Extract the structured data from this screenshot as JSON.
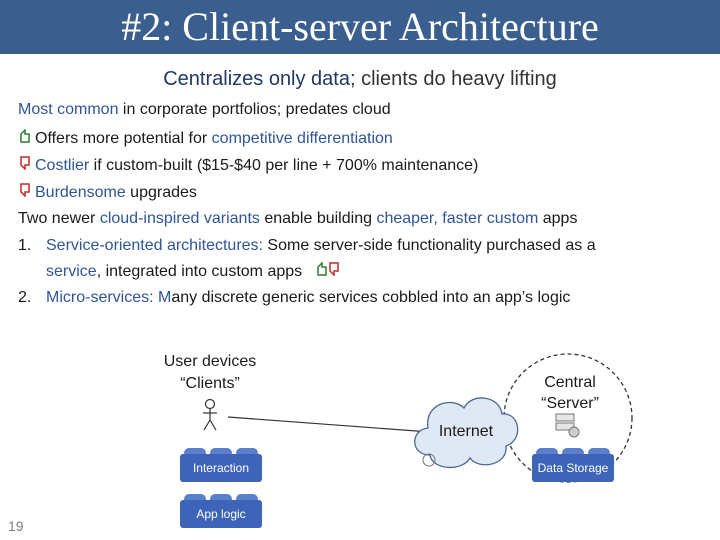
{
  "title": "#2: Client-server Architecture",
  "subtitle": {
    "part1": "Centralizes only data",
    "part2": "; clients do heavy lifting"
  },
  "lines": {
    "l1_a": "Most common",
    "l1_b": " in corporate portfolios; predates cloud",
    "l2_a": "Offers more potential for ",
    "l2_b": "competitive differentiation",
    "l3_a": "Costlier",
    "l3_b": " if custom-built ($15-$40 per line + 700% maintenance)",
    "l4_a": "Burdensome",
    "l4_b": " upgrades",
    "l5_a": "Two newer ",
    "l5_b": "cloud-inspired variants",
    "l5_c": " enable building ",
    "l5_d": "cheaper, faster custom",
    "l5_e": " apps",
    "n1_num": "1.",
    "n1_a": "Service-oriented architectures:",
    "n1_b": " Some server-side functionality purchased as a",
    "n1_c": "service",
    "n1_d": ", integrated into custom apps",
    "n2_num": "2.",
    "n2_a": "Micro-services: M",
    "n2_b": "any discrete generic services cobbled into an app’s logic"
  },
  "diagram": {
    "user_devices": "User devices",
    "clients": "“Clients”",
    "central": "Central",
    "server": "“Server”",
    "internet": "Internet",
    "interaction": "Interaction",
    "app_logic": "App logic",
    "data_storage": "Data Storage"
  },
  "slide_number": "19",
  "colors": {
    "title_bar": "#3a5f8f",
    "highlight": "#2e5597",
    "brick": "#3d64b8",
    "up_icon": "#2e7d32",
    "down_icon": "#c62828"
  },
  "icons": {
    "pro": "thumbs-up-icon",
    "con": "thumbs-down-icon"
  }
}
